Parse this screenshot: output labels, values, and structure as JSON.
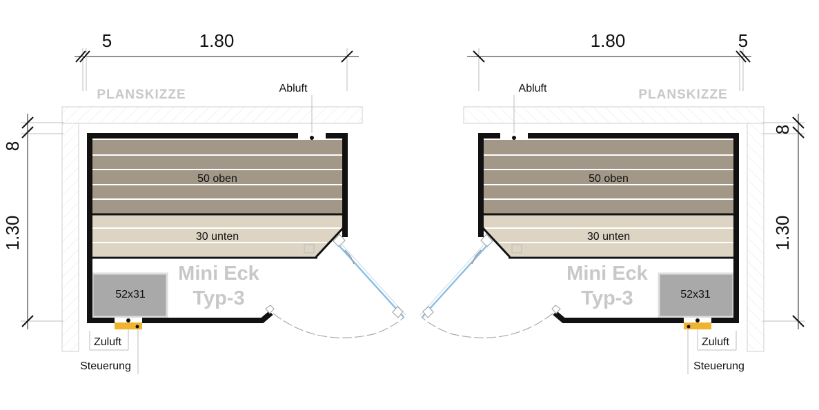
{
  "plans": [
    {
      "side": "left",
      "heading": "PLANSKIZZE",
      "width_dim": "1.80",
      "wall_dim": "5",
      "depth_dim": "1.30",
      "wall_depth_dim": "8",
      "bench_upper": "50 oben",
      "bench_lower": "30 unten",
      "heater": "52x31",
      "model_line1": "Mini Eck",
      "model_line2": "Typ-3",
      "exhaust": "Abluft",
      "intake": "Zuluft",
      "control": "Steuerung"
    },
    {
      "side": "right",
      "heading": "PLANSKIZZE",
      "width_dim": "1.80",
      "wall_dim": "5",
      "depth_dim": "1.30",
      "wall_depth_dim": "8",
      "bench_upper": "50 oben",
      "bench_lower": "30 unten",
      "heater": "52x31",
      "model_line1": "Mini Eck",
      "model_line2": "Typ-3",
      "exhaust": "Abluft",
      "intake": "Zuluft",
      "control": "Steuerung"
    }
  ],
  "colors": {
    "bench_upper": "#a39888",
    "bench_lower": "#ddd4c4",
    "heater": "#a9a9a9",
    "wall": "#111111",
    "glass": "#8dbfe0",
    "control": "#f0b32e"
  }
}
